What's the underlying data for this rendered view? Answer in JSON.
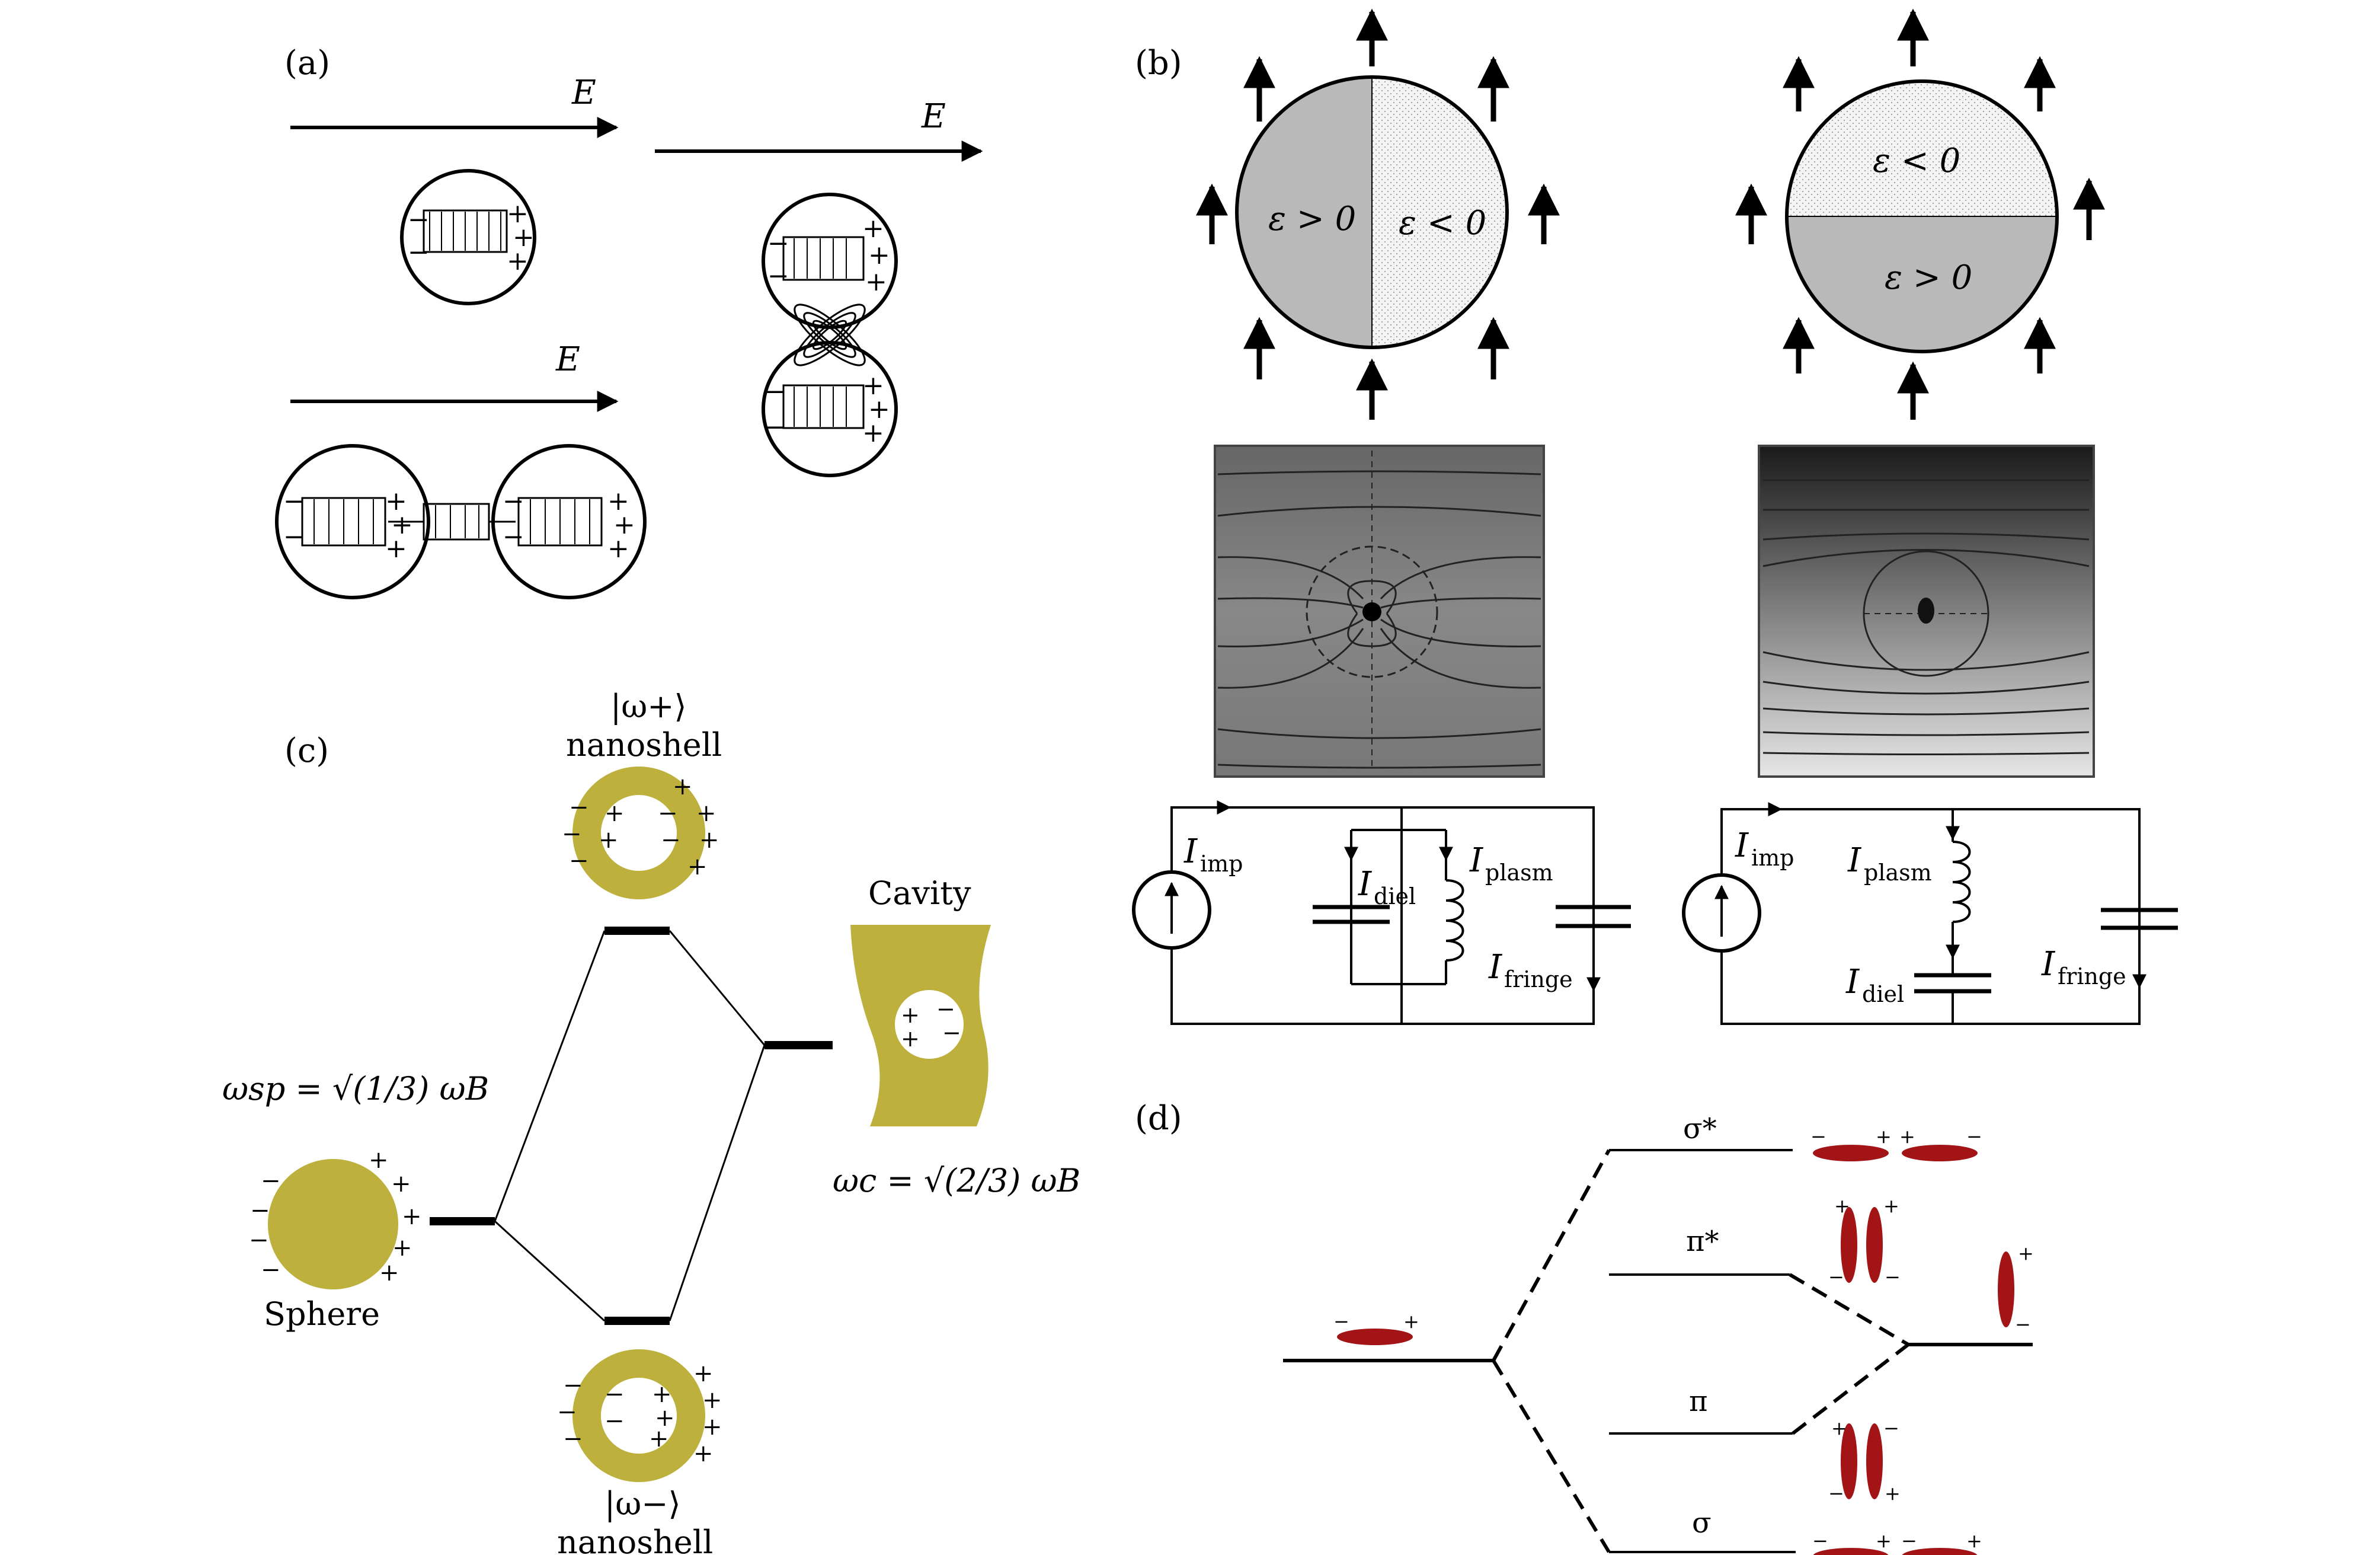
{
  "panel_labels": {
    "a": "(a)",
    "b": "(b)",
    "c": "(c)",
    "d": "(d)"
  },
  "panel_a": {
    "field_label": "E",
    "plus": "+",
    "minus": "−"
  },
  "panel_b": {
    "eps_pos": "ε > 0",
    "eps_neg": "ε < 0",
    "I": "I",
    "sub_imp": "imp",
    "sub_diel": "diel",
    "sub_plasm": "plasm",
    "sub_fringe": "fringe"
  },
  "panel_c": {
    "wplus_ket": "|ω+⟩",
    "wminus_ket": "|ω−⟩",
    "nanoshell": "nanoshell",
    "cavity": "Cavity",
    "sphere": "Sphere",
    "w_sp": "ωsp = √(1/3) ωB",
    "w_c": "ωc = √(2/3) ωB"
  },
  "panel_d": {
    "sigma_star": "σ*",
    "pi_star": "π*",
    "pi": "π",
    "sigma": "σ"
  },
  "colors": {
    "gold": "#bdb03c",
    "red": "#a31416",
    "sphere_gray": "#b9b9b9",
    "field_gray": "#777777"
  }
}
